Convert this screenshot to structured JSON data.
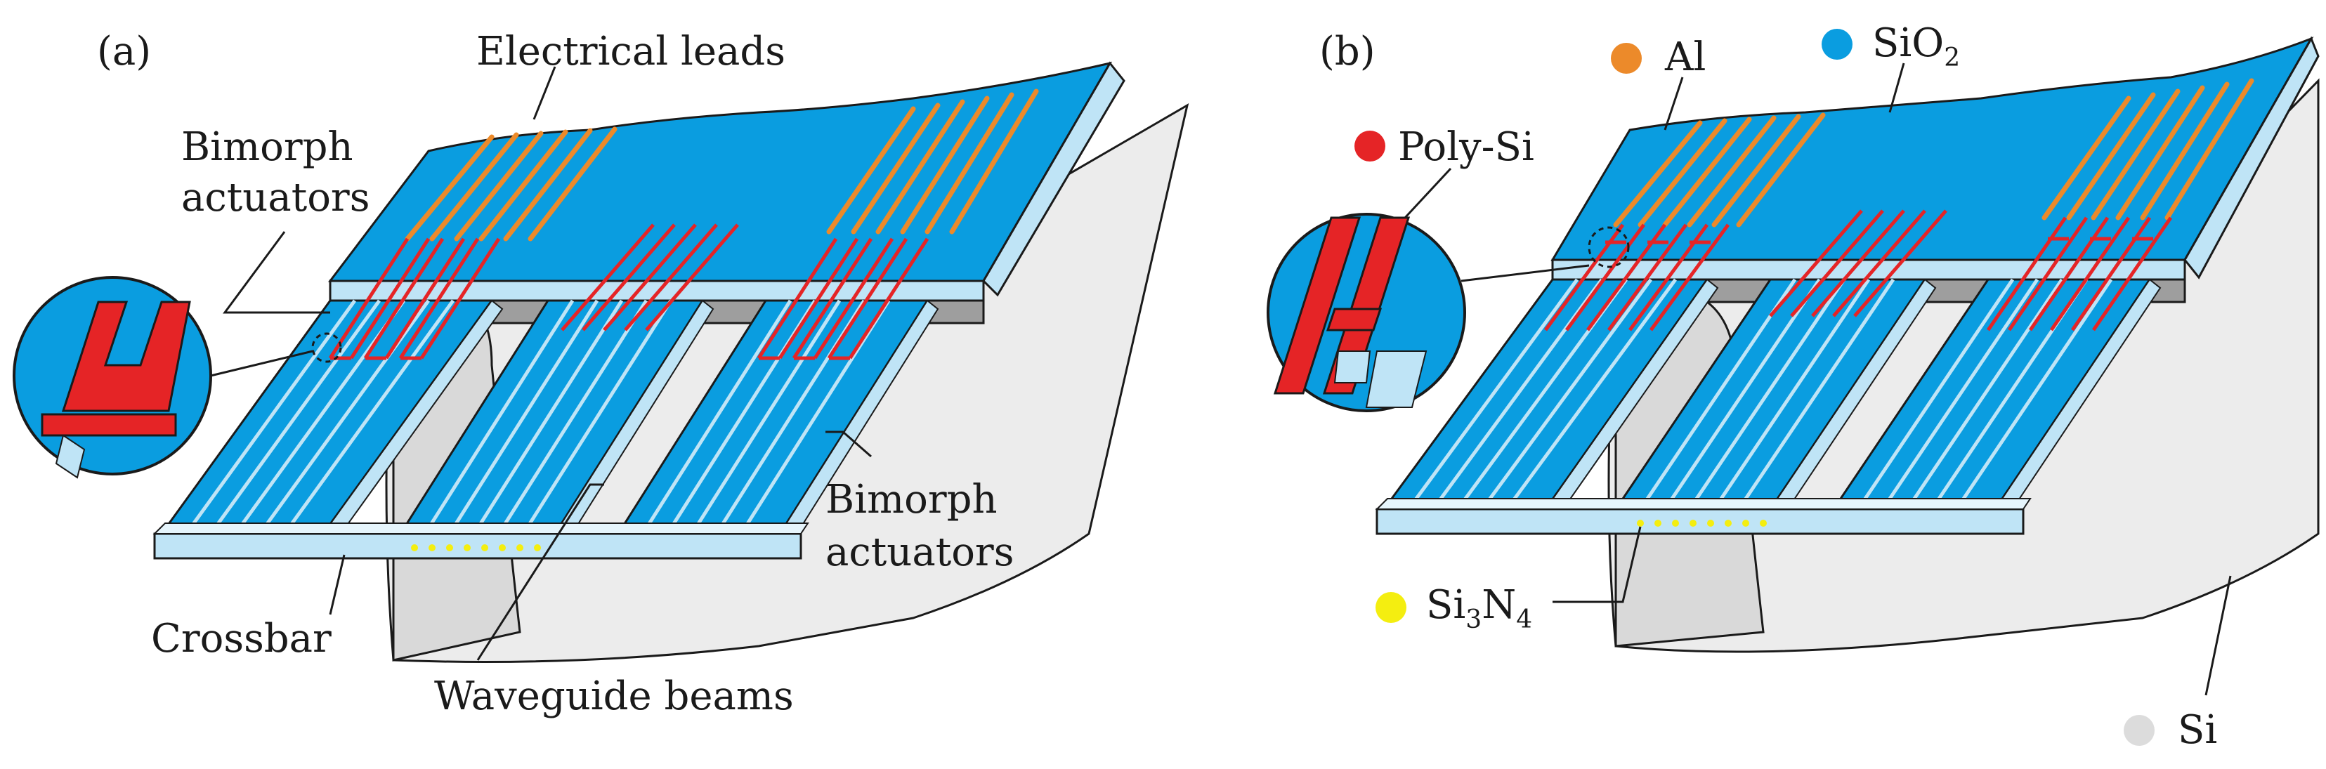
{
  "panels": [
    {
      "tag": "(a)",
      "labels": {
        "electrical_leads": "Electrical leads",
        "bimorph_top_l1": "Bimorph",
        "bimorph_top_l2": "actuators",
        "bimorph_right_l1": "Bimorph",
        "bimorph_right_l2": "actuators",
        "crossbar": "Crossbar",
        "waveguide_beams": "Waveguide beams"
      }
    },
    {
      "tag": "(b)",
      "legend": {
        "al": "Al",
        "sio2": "SiO",
        "sio2_sub": "2",
        "polysi": "Poly-Si",
        "si3n4_a": "Si",
        "si3n4_sub1": "3",
        "si3n4_b": "N",
        "si3n4_sub2": "4",
        "si": "Si"
      }
    }
  ],
  "materials": {
    "Al": "#ec8a2a",
    "SiO2": "#0a9de0",
    "Poly-Si": "#e52426",
    "Si3N4": "#f4ee10",
    "Si": "#dcdcdc"
  }
}
